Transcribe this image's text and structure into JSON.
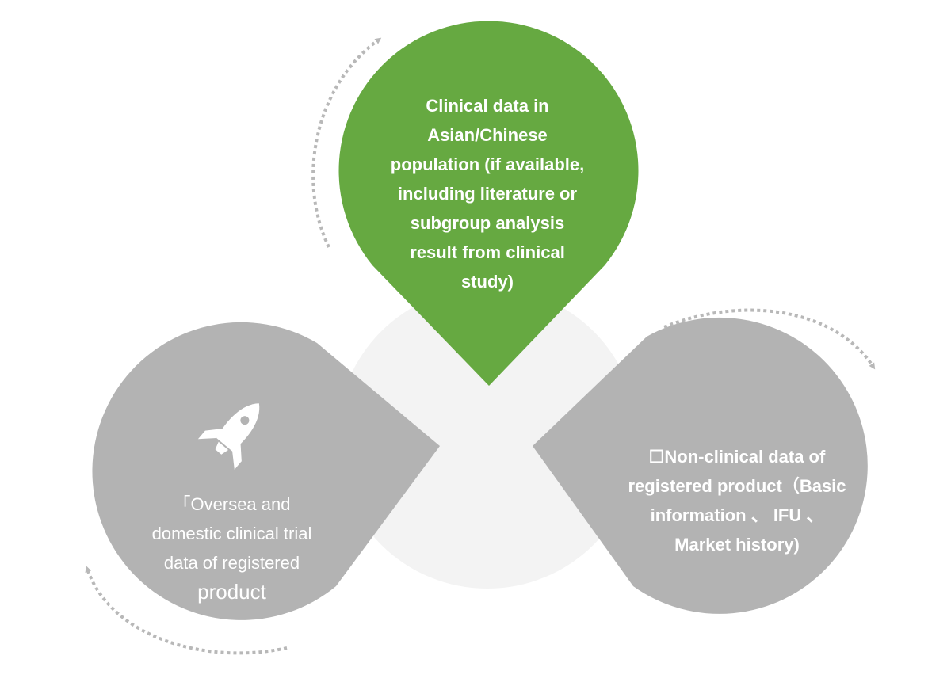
{
  "top_petal": {
    "lines": [
      "Clinical data in",
      "Asian/Chinese",
      "population (if available,",
      "including literature or",
      "subgroup analysis",
      "result from clinical",
      "study)"
    ],
    "color": "#66a941"
  },
  "right_petal": {
    "lines": [
      "☐Non-clinical data of",
      "registered product（Basic",
      "information 、 IFU 、",
      "Market history)"
    ],
    "color": "#b3b3b3"
  },
  "left_petal": {
    "lines": [
      "「Oversea and",
      "domestic clinical trial",
      "data of registered",
      "product"
    ],
    "color": "#b3b3b3",
    "icon": "rocket-icon"
  },
  "center_circle_color": "#f3f3f3",
  "arrow_color": "#b8b8b8"
}
